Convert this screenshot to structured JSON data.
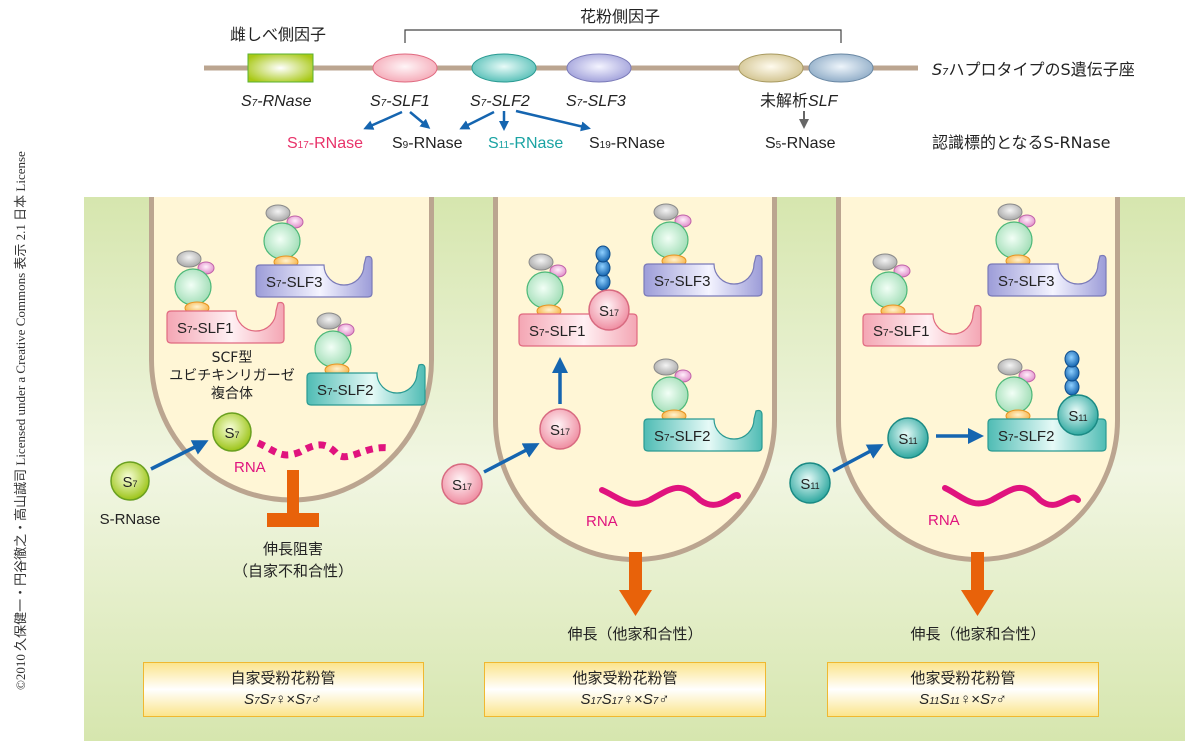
{
  "credit": "©2010 久保健一・円谷徹之・高山誠司 Licensed under a Creative Commons 表示 2.1 日本 License",
  "locus": {
    "pistil_factor_label": "雌しべ側因子",
    "pollen_factor_label": "花粉側因子",
    "locus_title_prefix": "S",
    "locus_title_sub": "7",
    "locus_title_suffix": "ハプロタイプのS遺伝子座",
    "target_title": "認識標的となるS-RNase",
    "genes": [
      {
        "id": "rnase",
        "base": "S",
        "sub": "7",
        "name": "-RNase",
        "color": "#a8c814"
      },
      {
        "id": "slf1",
        "base": "S",
        "sub": "7",
        "name": "-SLF1",
        "color": "#f4a6b4"
      },
      {
        "id": "slf2",
        "base": "S",
        "sub": "7",
        "name": "-SLF2",
        "color": "#4fbcb4"
      },
      {
        "id": "slf3",
        "base": "S",
        "sub": "7",
        "name": "-SLF3",
        "color": "#9c9cd8"
      },
      {
        "id": "unknown",
        "label_prefix": "未解析",
        "label_it": "SLF"
      }
    ],
    "targets": [
      {
        "base": "S",
        "sub": "17",
        "name": "-RNase",
        "color": "#e8336a"
      },
      {
        "base": "S",
        "sub": "9",
        "name": "-RNase",
        "color": "#222222"
      },
      {
        "base": "S",
        "sub": "11",
        "name": "-RNase",
        "color": "#1aa3a3"
      },
      {
        "base": "S",
        "sub": "19",
        "name": "-RNase",
        "color": "#222222"
      },
      {
        "base": "S",
        "sub": "5",
        "name": "-RNase",
        "color": "#222222"
      }
    ]
  },
  "tubes": [
    {
      "rnase": {
        "base": "S",
        "sub": "7"
      },
      "outside_label": "S-RNase",
      "scf_label_lines": [
        "SCF型",
        "ユビチキンリガーゼ",
        "複合体"
      ],
      "rna_label": "RNA",
      "rna_state": "degraded",
      "outcome_lines": [
        "伸長阻害",
        "（自家不和合性）"
      ],
      "outcome_type": "inhibition",
      "box_title": "自家受粉花粉管",
      "cross": {
        "female": "S7S7",
        "female_parts": [
          [
            "S",
            "7"
          ],
          [
            "S",
            "7"
          ]
        ],
        "male_parts": [
          [
            "S",
            "7"
          ]
        ],
        "female_symbol": "♀",
        "times": "×",
        "male_symbol": "♂"
      },
      "slf_labels": [
        "S7-SLF1",
        "S7-SLF2",
        "S7-SLF3"
      ]
    },
    {
      "rnase": {
        "base": "S",
        "sub": "17"
      },
      "rna_label": "RNA",
      "rna_state": "intact",
      "outcome_lines": [
        "伸長（他家和合性）"
      ],
      "outcome_type": "growth",
      "bound_to": "S7-SLF1",
      "box_title": "他家受粉花粉管",
      "cross": {
        "female_parts": [
          [
            "S",
            "17"
          ],
          [
            "S",
            "17"
          ]
        ],
        "male_parts": [
          [
            "S",
            "7"
          ]
        ],
        "female_symbol": "♀",
        "times": "×",
        "male_symbol": "♂"
      }
    },
    {
      "rnase": {
        "base": "S",
        "sub": "11"
      },
      "rna_label": "RNA",
      "rna_state": "intact",
      "outcome_lines": [
        "伸長（他家和合性）"
      ],
      "outcome_type": "growth",
      "bound_to": "S7-SLF2",
      "box_title": "他家受粉花粉管",
      "cross": {
        "female_parts": [
          [
            "S",
            "11"
          ],
          [
            "S",
            "11"
          ]
        ],
        "male_parts": [
          [
            "S",
            "7"
          ]
        ],
        "female_symbol": "♀",
        "times": "×",
        "male_symbol": "♂"
      }
    }
  ],
  "slf_names": {
    "base": "S",
    "sub": "7",
    "slf1": "-SLF1",
    "slf2": "-SLF2",
    "slf3": "-SLF3"
  },
  "colors": {
    "background_green": "#d8e6b0",
    "tube_fill": "#fff6d6",
    "tube_wall": "#bba590",
    "arrow_blue": "#1565b0",
    "orange": "#e8620a",
    "rna_magenta": "#e0137e",
    "slf1": "#f4a6b4",
    "slf2": "#4fbcb4",
    "slf3": "#9c9cd8",
    "rnase_s7": "#a8c814",
    "rnase_s17": "#f4a6b4",
    "rnase_s11": "#4fbcb4",
    "ubiquitin": "#1f7fd0"
  }
}
